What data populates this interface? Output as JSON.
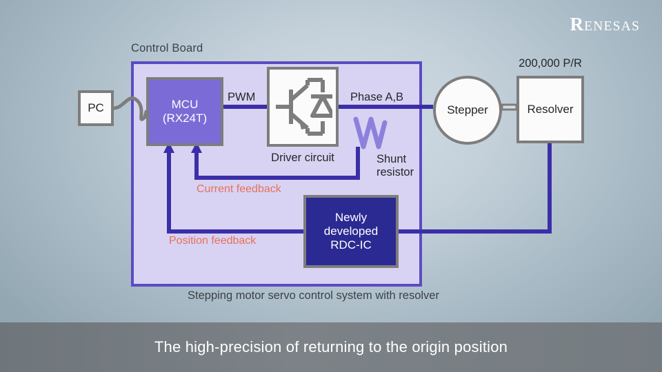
{
  "brand": {
    "logo_first": "R",
    "logo_rest": "ENESAS"
  },
  "board": {
    "label": "Control Board",
    "caption": "Stepping motor servo control system with resolver"
  },
  "blocks": {
    "pc": "PC",
    "mcu_line1": "MCU",
    "mcu_line2": "(RX24T)",
    "driver_caption": "Driver circuit",
    "rdc_line1": "Newly",
    "rdc_line2": "developed",
    "rdc_line3": "RDC-IC",
    "stepper": "Stepper",
    "resolver": "Resolver"
  },
  "labels": {
    "pwm": "PWM",
    "phase": "Phase A,B",
    "shunt_line1": "Shunt",
    "shunt_line2": "resistor",
    "resolution": "200,000 P/R",
    "current_feedback": "Current feedback",
    "position_feedback": "Position feedback"
  },
  "footer": {
    "caption": "The high-precision of returning to the origin position"
  },
  "colors": {
    "board_fill": "#d8d3f2",
    "board_border": "#5b4bc4",
    "mcu_fill": "#7b6bd6",
    "rdc_fill": "#2b2a92",
    "wire": "#3b2fa8",
    "outline": "#7d7d7d",
    "feedback_label": "#e8705a",
    "shunt_zigzag": "#8d80dd",
    "footer_bar": "#737a7f"
  }
}
